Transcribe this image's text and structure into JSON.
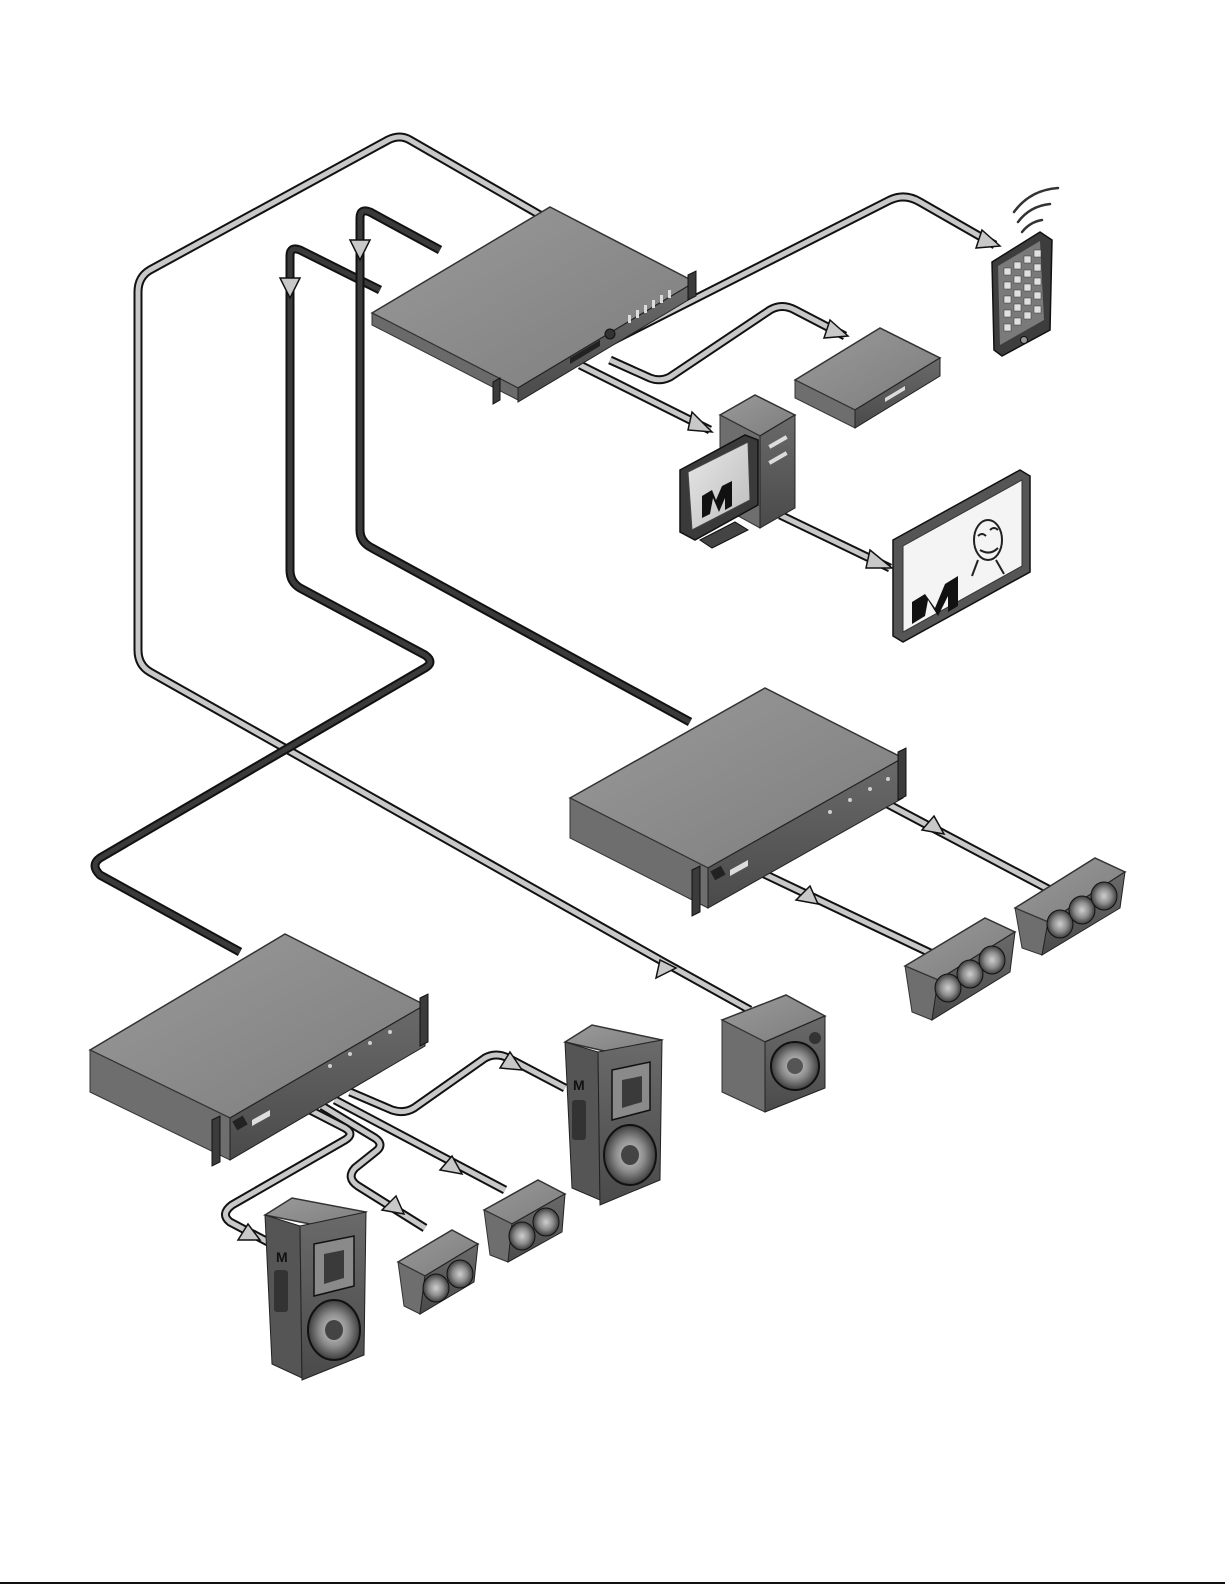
{
  "diagram": {
    "colors": {
      "background": "#ffffff",
      "device_top": "#8c8c8c",
      "device_front": "#5e5e5e",
      "device_side": "#6f6f6f",
      "cable_light_fill": "#c8c8c8",
      "cable_dark_fill": "#3a3a3a",
      "cable_outline": "#111111",
      "speaker_grille": "#9a9a9a"
    },
    "logo_text": "M",
    "nodes": [
      {
        "id": "processor",
        "kind": "rack-processor",
        "icon": "rack-1u-icon"
      },
      {
        "id": "smartphone",
        "kind": "wireless-control",
        "icon": "smartphone-wifi-icon"
      },
      {
        "id": "media-player",
        "kind": "source",
        "icon": "media-player-icon"
      },
      {
        "id": "computer",
        "kind": "control-pc",
        "icon": "desktop-computer-icon"
      },
      {
        "id": "display",
        "kind": "video-display",
        "icon": "flat-screen-icon"
      },
      {
        "id": "amplifier-right",
        "kind": "power-amplifier",
        "icon": "amplifier-2u-icon"
      },
      {
        "id": "amplifier-left",
        "kind": "power-amplifier",
        "icon": "amplifier-2u-icon"
      },
      {
        "id": "subwoofer",
        "kind": "subwoofer",
        "icon": "subwoofer-icon"
      },
      {
        "id": "speaker-triple-upper",
        "kind": "loudspeaker",
        "icon": "triple-driver-speaker-icon"
      },
      {
        "id": "speaker-triple-lower",
        "kind": "loudspeaker",
        "icon": "triple-driver-speaker-icon"
      },
      {
        "id": "speaker-tall-front",
        "kind": "loudspeaker",
        "icon": "two-way-speaker-icon"
      },
      {
        "id": "speaker-tall-back",
        "kind": "loudspeaker",
        "icon": "two-way-speaker-icon"
      },
      {
        "id": "speaker-dual-upper",
        "kind": "loudspeaker",
        "icon": "dual-driver-speaker-icon"
      },
      {
        "id": "speaker-dual-lower",
        "kind": "loudspeaker",
        "icon": "dual-driver-speaker-icon"
      }
    ],
    "connections": [
      {
        "from": "processor",
        "to": "amplifier-left",
        "style": "light"
      },
      {
        "from": "processor",
        "to": "amplifier-left",
        "style": "dark"
      },
      {
        "from": "processor",
        "to": "amplifier-right",
        "style": "dark"
      },
      {
        "from": "processor",
        "to": "subwoofer",
        "style": "light"
      },
      {
        "from": "processor",
        "to": "smartphone",
        "style": "light"
      },
      {
        "from": "processor",
        "to": "media-player",
        "style": "light"
      },
      {
        "from": "processor",
        "to": "computer",
        "style": "light"
      },
      {
        "from": "computer",
        "to": "display",
        "style": "light"
      },
      {
        "from": "amplifier-right",
        "to": "speaker-triple-upper",
        "style": "light"
      },
      {
        "from": "amplifier-right",
        "to": "speaker-triple-lower",
        "style": "light"
      },
      {
        "from": "amplifier-left",
        "to": "speaker-tall-back",
        "style": "light"
      },
      {
        "from": "amplifier-left",
        "to": "speaker-dual-upper",
        "style": "light"
      },
      {
        "from": "amplifier-left",
        "to": "speaker-dual-lower",
        "style": "light"
      },
      {
        "from": "amplifier-left",
        "to": "speaker-tall-front",
        "style": "light"
      }
    ]
  }
}
